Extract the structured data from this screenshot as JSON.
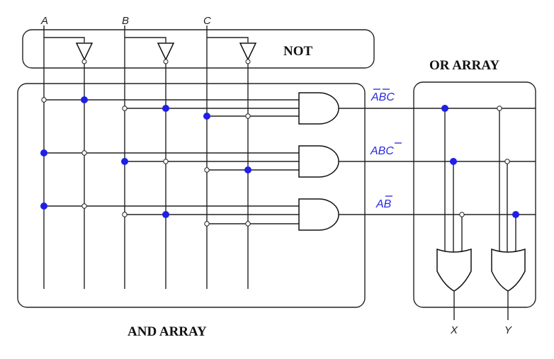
{
  "labels": {
    "not": "NOT",
    "and_array": "AND ARRAY",
    "or_array": "OR ARRAY"
  },
  "inputs": [
    "A",
    "B",
    "C"
  ],
  "outputs": [
    "X",
    "Y"
  ],
  "terms": [
    {
      "base": "ABC",
      "bars": [
        true,
        true,
        false
      ]
    },
    {
      "base": "ABC",
      "bars": [
        false,
        false,
        true
      ]
    },
    {
      "base": "AB",
      "bars": [
        false,
        true
      ]
    }
  ],
  "colors": {
    "connection": "#1f1fe8",
    "term_text": "#2727e0",
    "wire": "#222222"
  },
  "and_connections": [
    [
      "A-bar",
      "B-bar",
      "C"
    ],
    [
      "A",
      "B",
      "C-bar"
    ],
    [
      "A",
      "B-bar"
    ]
  ],
  "or_connections": {
    "X": [
      1,
      2
    ],
    "Y": [
      3
    ]
  }
}
